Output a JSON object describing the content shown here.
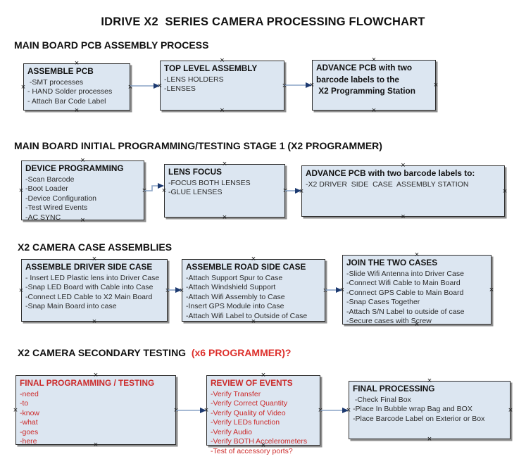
{
  "title": "IDRIVE X2  SERIES CAMERA PROCESSING FLOWCHART",
  "icons": {
    "anchor": "×"
  },
  "colors": {
    "box_fill": "#dce6f1",
    "box_border": "#2e2e2e",
    "box_shadow": "#8f8f8f",
    "connector_line": "#8aa4c6",
    "connector_head": "#1d3a70",
    "red_text": "#cc2a2a",
    "heading_red": "#dd2e2a"
  },
  "sections": [
    {
      "heading": "MAIN BOARD PCB ASSEMBLY PROCESS",
      "heading_suffix": "",
      "boxes": [
        {
          "title": "ASSEMBLE PCB",
          "items": [
            " -SMT processes",
            "- HAND Solder processes",
            "- Attach Bar Code Label"
          ]
        },
        {
          "title": "TOP LEVEL ASSEMBLY",
          "items": [
            "-LENS HOLDERS",
            "-LENSES"
          ]
        },
        {
          "title": "ADVANCE PCB with two\nbarcode labels to the\n X2 Programming Station",
          "items": []
        }
      ]
    },
    {
      "heading": "MAIN BOARD INITIAL PROGRAMMING/TESTING STAGE 1 (X2 PROGRAMMER)",
      "heading_suffix": "",
      "boxes": [
        {
          "title": "DEVICE PROGRAMMING",
          "items": [
            "-Scan Barcode",
            "-Boot Loader",
            "-Device Configuration",
            "-Test Wired Events",
            "-AC SYNC"
          ]
        },
        {
          "title": "LENS FOCUS",
          "items": [
            "-FOCUS BOTH LENSES",
            "-GLUE LENSES"
          ]
        },
        {
          "title": "ADVANCE PCB with two barcode labels to:",
          "items": [
            "-X2 DRIVER  SIDE  CASE  ASSEMBLY STATION"
          ]
        }
      ]
    },
    {
      "heading": "X2 CAMERA CASE ASSEMBLIES",
      "heading_suffix": "",
      "boxes": [
        {
          "title": "ASSEMBLE DRIVER SIDE CASE",
          "items": [
            "- Insert LED Plastic lens into Driver Case",
            "-Snap LED Board with Cable into Case",
            "-Connect LED Cable to X2 Main Board",
            "-Snap Main Board into case"
          ]
        },
        {
          "title": "ASSEMBLE ROAD SIDE CASE",
          "items": [
            "-Attach Support Spur to Case",
            "-Attach Windshield Support",
            "-Attach Wifi Assembly to Case",
            "-Insert GPS Module into Case",
            "-Attach Wifi Label to Outside of Case"
          ]
        },
        {
          "title": "JOIN THE TWO CASES",
          "items": [
            "-Slide Wifi Antenna into Driver Case",
            "-Connect Wifi Cable to Main Board",
            "-Connect GPS Cable to Main Board",
            "-Snap Cases Together",
            "-Attach S/N Label to outside of case",
            "-Secure cases with Screw"
          ]
        }
      ]
    },
    {
      "heading": "X2 CAMERA SECONDARY TESTING  ",
      "heading_suffix": "(x6 PROGRAMMER)?",
      "boxes": [
        {
          "title": "FINAL PROGRAMMING / TESTING",
          "text_color": "red",
          "items": [
            "-need",
            "-to",
            "-know",
            "-what",
            "-goes",
            "-here"
          ]
        },
        {
          "title": "REVIEW OF EVENTS",
          "text_color": "red",
          "items": [
            "-Verify Transfer",
            "-Verify Correct Quantity",
            "-Verify Quality of Video",
            "-Verify LEDs function",
            "-Verify Audio",
            "-Verify BOTH Accelerometers",
            "-Test of accessory ports?"
          ]
        },
        {
          "title": "FINAL PROCESSING",
          "items": [
            " -Check Final Box",
            "-Place In Bubble wrap Bag and BOX",
            "-Place Barcode Label on Exterior or Box"
          ]
        }
      ]
    }
  ]
}
